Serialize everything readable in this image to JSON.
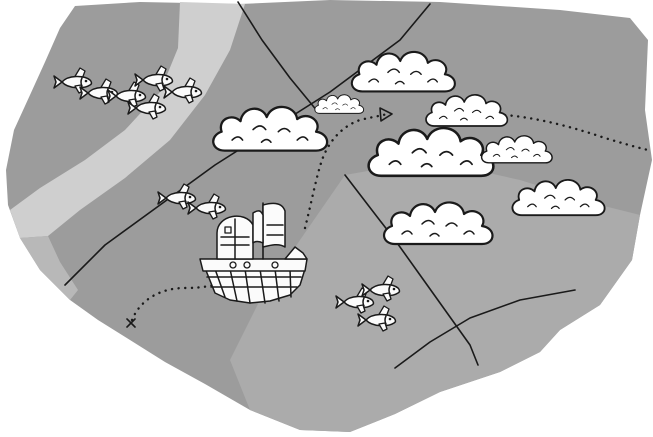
{
  "illustration": {
    "description_tags": [
      "map",
      "flying-ship",
      "clouds",
      "flying-fish",
      "dotted-route"
    ],
    "palette": {
      "paper": "#ffffff",
      "map_dark": "#8f8f8f",
      "map_mid": "#a6a6a6",
      "river": "#c9c9c9",
      "ink": "#1a1a1a",
      "cloud": "#ffffff"
    },
    "icons": [
      "ship-icon",
      "cloud-icon",
      "flying-fish-icon",
      "start-x-mark-icon",
      "route-arrow-icon"
    ]
  }
}
